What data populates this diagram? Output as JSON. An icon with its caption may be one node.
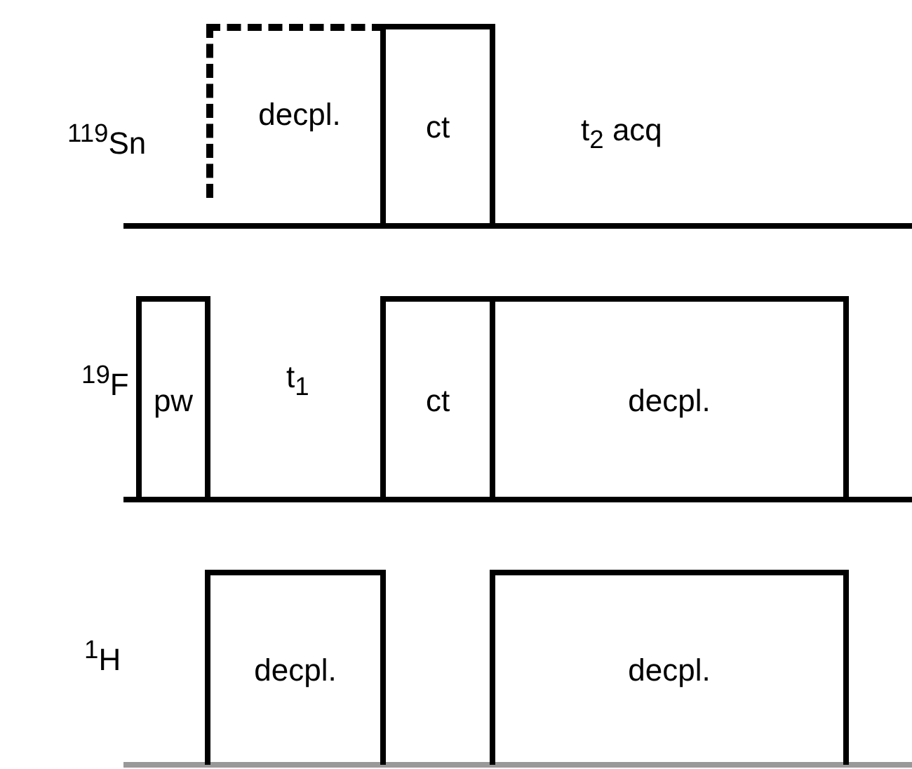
{
  "diagram": {
    "nodes": [
      {
        "text": [
          "decpl."
        ]
      },
      {
        "text": [
          "ct"
        ]
      },
      {
        "text": [
          "pw"
        ]
      },
      {
        "text": [
          "ct"
        ]
      },
      {
        "text": [
          "decpl."
        ]
      },
      {
        "text": [
          "decpl."
        ]
      },
      {
        "text": [
          "decpl."
        ]
      }
    ],
    "labels": [
      "$^{119}$Sn",
      "t$_{2}$ acq",
      "$^{19}$F",
      "t$_{1}$",
      "$^{1}$H"
    ]
  }
}
